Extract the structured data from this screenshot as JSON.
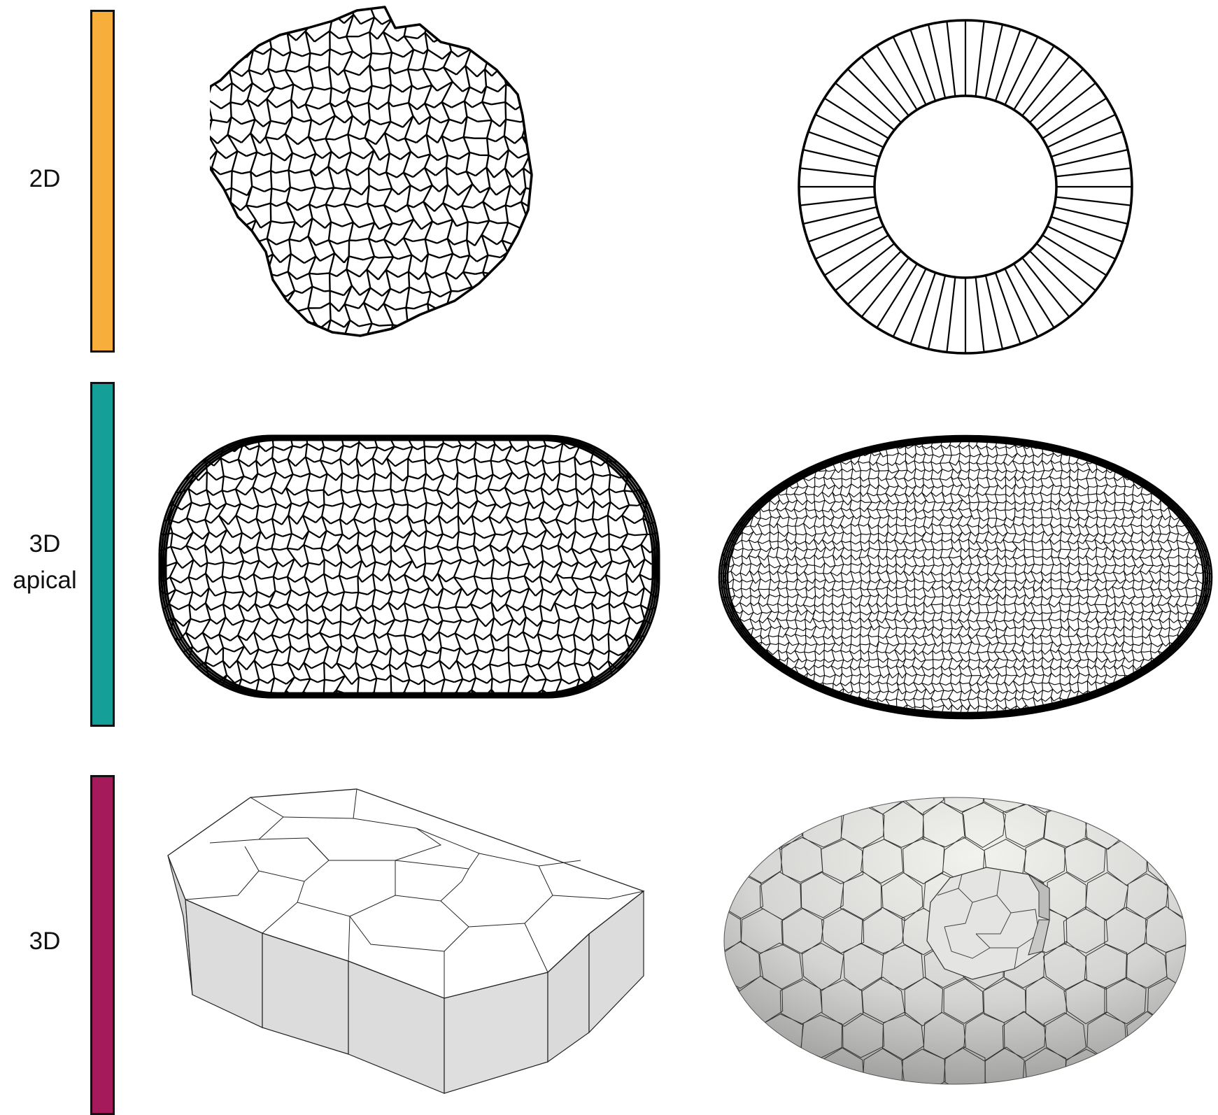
{
  "rows": [
    {
      "label": "2D",
      "color": "#F7AE3A"
    },
    {
      "label": "3D\napical",
      "color": "#14A098"
    },
    {
      "label": "3D",
      "color": "#A41A5A"
    }
  ]
}
